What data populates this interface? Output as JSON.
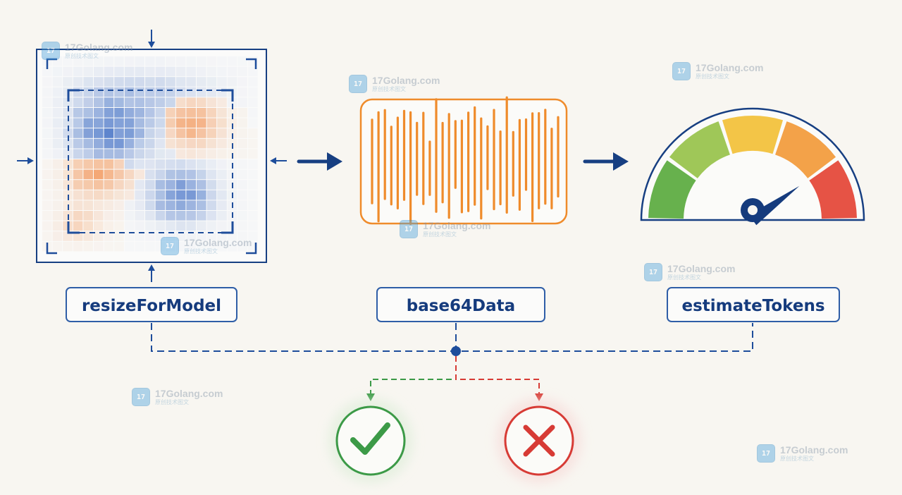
{
  "watermark": {
    "name": "17Golang.com",
    "subtitle": "原创技术图文",
    "logo_glyph": "17"
  },
  "labels": {
    "resize": "resizeForModel",
    "base64": "base64Data",
    "estimate": "estimateTokens"
  },
  "outcomes": {
    "success_icon": "check-icon",
    "failure_icon": "x-icon"
  },
  "colors": {
    "ink": "#153b7d",
    "accent_orange": "#ef8b2b",
    "success": "#3c9a47",
    "failure": "#d73b35",
    "gauge_segments": [
      "#5aaa3e",
      "#97c24a",
      "#f2c037",
      "#f29a3a",
      "#e44435"
    ]
  },
  "gauge": {
    "needle_level": 0.8
  }
}
